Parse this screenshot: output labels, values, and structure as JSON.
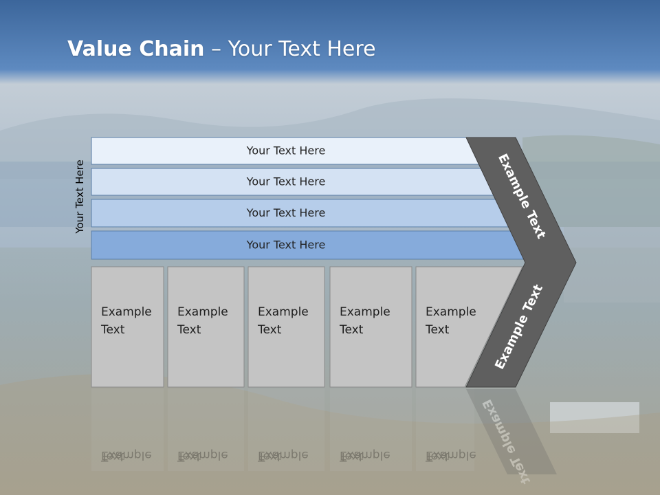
{
  "slide": {
    "title_bold": "Value Chain",
    "title_rest": " – Your Text Here",
    "side_label": "Your Text Here"
  },
  "bars": [
    {
      "label": "Your Text Here",
      "color": "#e9f1fa"
    },
    {
      "label": "Your Text Here",
      "color": "#d4e2f3"
    },
    {
      "label": "Your Text Here",
      "color": "#b6cdea"
    },
    {
      "label": "Your Text Here",
      "color": "#86abdb"
    }
  ],
  "boxes": [
    {
      "line1": "Example",
      "line2": "Text"
    },
    {
      "line1": "Example",
      "line2": "Text"
    },
    {
      "line1": "Example",
      "line2": "Text"
    },
    {
      "line1": "Example",
      "line2": "Text"
    },
    {
      "line1": "Example",
      "line2": "Text"
    }
  ],
  "chevron": {
    "upper_text": "Example Text",
    "lower_text": "Example Text",
    "color": "#5f5f5f"
  },
  "colors": {
    "box_fill": "#c4c4c4",
    "sky_top": "#3c669b",
    "haze": "#a7b8c8"
  }
}
